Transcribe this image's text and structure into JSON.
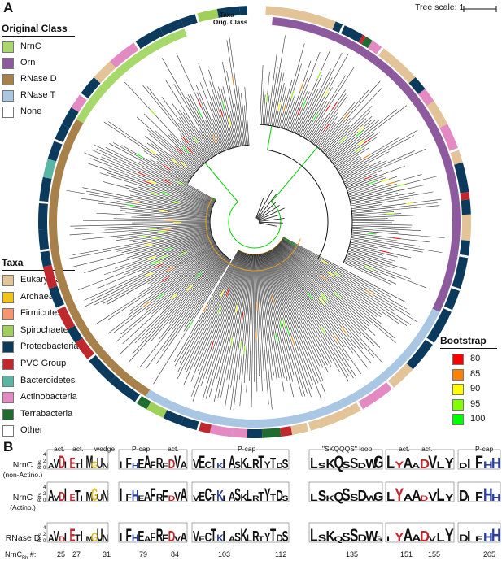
{
  "panels": {
    "a": "A",
    "b": "B"
  },
  "tree_scale": {
    "label": "Tree scale: 1"
  },
  "ring_labels": {
    "taxa": "Taxa",
    "orig_class": "Orig. Class"
  },
  "original_class_legend": {
    "title": "Original Class",
    "items": [
      {
        "label": "NrnC",
        "color": "#a6d96a"
      },
      {
        "label": "Orn",
        "color": "#8e5a9e"
      },
      {
        "label": "RNase D",
        "color": "#a8804a"
      },
      {
        "label": "RNase T",
        "color": "#a9c6e3"
      },
      {
        "label": "None",
        "color": "#ffffff"
      }
    ]
  },
  "taxa_legend": {
    "title": "Taxa",
    "items": [
      {
        "label": "Eukaryota",
        "color": "#e3c498"
      },
      {
        "label": "Archaea",
        "color": "#f2c318"
      },
      {
        "label": "Firmicutes",
        "color": "#f7956f"
      },
      {
        "label": "Spirochaetes",
        "color": "#9fd15a"
      },
      {
        "label": "Proteobacteria",
        "color": "#0b3a5c"
      },
      {
        "label": "PVC Group",
        "color": "#c0282e"
      },
      {
        "label": "Bacteroidetes",
        "color": "#5bb5a3"
      },
      {
        "label": "Actinobacteria",
        "color": "#e38ac3"
      },
      {
        "label": "Terrabacteria",
        "color": "#1f6b30"
      },
      {
        "label": "Other",
        "color": "#ffffff"
      }
    ]
  },
  "bootstrap_legend": {
    "title": "Bootstrap",
    "items": [
      {
        "label": "80",
        "color": "#ff0000"
      },
      {
        "label": "85",
        "color": "#ff8000"
      },
      {
        "label": "90",
        "color": "#ffff00"
      },
      {
        "label": "95",
        "color": "#80ff00"
      },
      {
        "label": "100",
        "color": "#00ff00"
      }
    ]
  },
  "logo_panel": {
    "headers": [
      {
        "label": "act."
      },
      {
        "label": "act."
      },
      {
        "label": "wedge"
      },
      {
        "label": "P-cap"
      },
      {
        "label": "act."
      },
      {
        "label": "P-cap"
      },
      {
        "label": "\"SKQQQS\" loop"
      },
      {
        "label": "act."
      },
      {
        "label": "act."
      },
      {
        "label": "P-cap"
      }
    ],
    "rows": [
      {
        "name": "NrnC",
        "sub": "(non-Actino.)",
        "axis": "Bits"
      },
      {
        "name": "NrnC",
        "sub": "(Actino.)",
        "axis": "Bits"
      },
      {
        "name": "RNase  D",
        "sub": "",
        "axis": "Bits"
      }
    ],
    "axis_ticks": [
      "4",
      "2",
      "0"
    ],
    "position_prefix": "NrnC",
    "position_sub": "Bh",
    "position_suffix": "#:",
    "positions": [
      "25",
      "27",
      "31",
      "79",
      "84",
      "103",
      "112",
      "135",
      "151",
      "155",
      "205"
    ],
    "logo_segments": [
      {
        "text": "AVDIETIMGUN",
        "colors": [
          "#111",
          "#111",
          "#c0282e",
          "#111",
          "#c0282e",
          "#111",
          "#111",
          "#111",
          "#e0c020",
          "#111",
          "#111"
        ]
      },
      {
        "text": "IFHEAFRFDVA",
        "colors": [
          "#111",
          "#111",
          "#2a3f9e",
          "#111",
          "#111",
          "#111",
          "#111",
          "#111",
          "#c0282e",
          "#111",
          "#111"
        ]
      },
      {
        "text": "VECTKIASKLRTYTDS",
        "colors": [
          "#111",
          "#111",
          "#111",
          "#111",
          "#2a3f9e",
          "#111",
          "#111",
          "#111",
          "#111",
          "#111",
          "#111",
          "#111",
          "#111",
          "#111",
          "#111",
          "#111"
        ]
      },
      {
        "text": "LSKQSSDWG",
        "colors": [
          "#111",
          "#111",
          "#111",
          "#111",
          "#111",
          "#111",
          "#111",
          "#111",
          "#111"
        ]
      },
      {
        "text": "LYAADVLY",
        "colors": [
          "#111",
          "#c0282e",
          "#111",
          "#111",
          "#c0282e",
          "#111",
          "#111",
          "#111"
        ]
      },
      {
        "text": "DIFHH",
        "colors": [
          "#111",
          "#111",
          "#111",
          "#2a3f9e",
          "#2a3f9e"
        ]
      }
    ]
  }
}
